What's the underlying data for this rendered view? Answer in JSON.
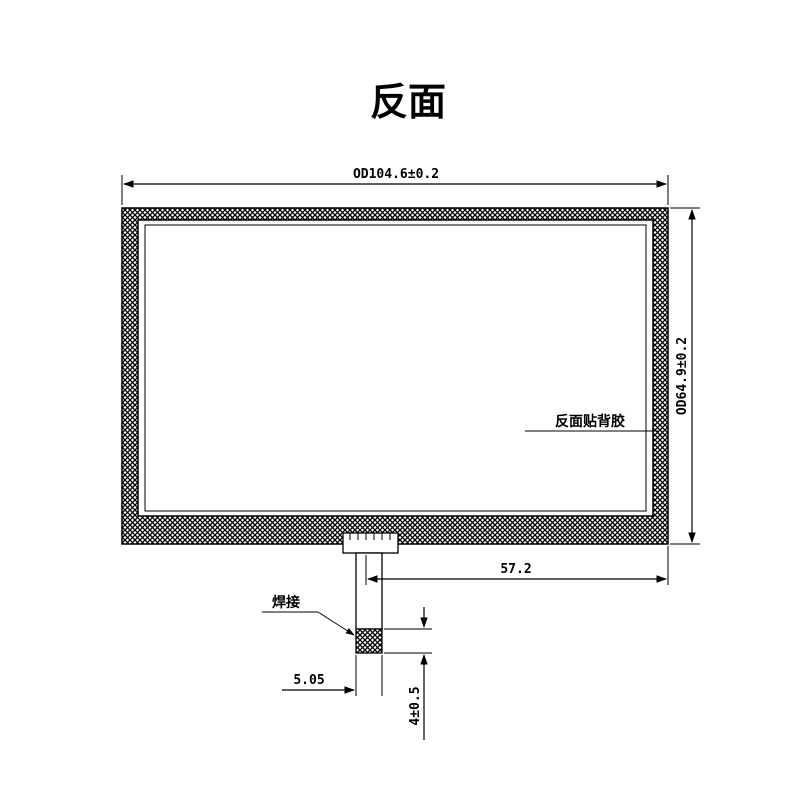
{
  "title": "反面",
  "dimensions": {
    "width": "OD104.6±0.2",
    "height": "OD64.9±0.2",
    "tail_offset": "57.2",
    "pad_offset": "5.05",
    "pad_length": "4±0.5"
  },
  "callouts": {
    "adhesive": "反面贴背胶",
    "solder": "焊接"
  },
  "colors": {
    "line": "#000000",
    "background": "#ffffff"
  }
}
